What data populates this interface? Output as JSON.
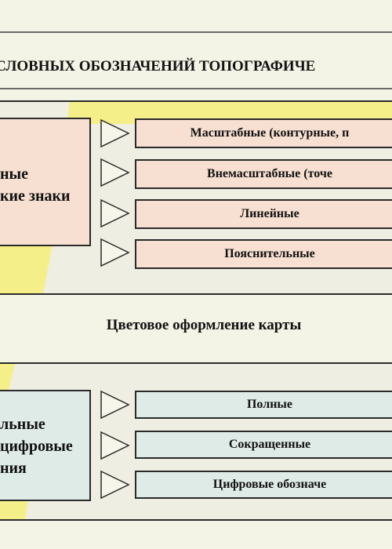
{
  "title": "УСЛОВНЫХ ОБОЗНАЧЕНИЙ ТОПОГРАФИЧЕ",
  "group1": {
    "main_label": [
      "ные",
      "кие знаки"
    ],
    "items": [
      "Масштабные (контурные, п",
      "Внемасштабные (точе",
      "Линейные",
      "Пояснительные"
    ]
  },
  "color_design": "Цветовое оформление карты",
  "group2": {
    "main_label": [
      "льные",
      "цифровые",
      "ния"
    ],
    "items": [
      "Полные",
      "Сокращенные",
      "Цифровые обозначе"
    ]
  },
  "colors": {
    "background": "#f3f3e6",
    "accent_yellow": "#f4ef88",
    "box_pink": "#f7dfd1",
    "box_mint": "#dfebe6",
    "border": "#2a2a2a"
  }
}
